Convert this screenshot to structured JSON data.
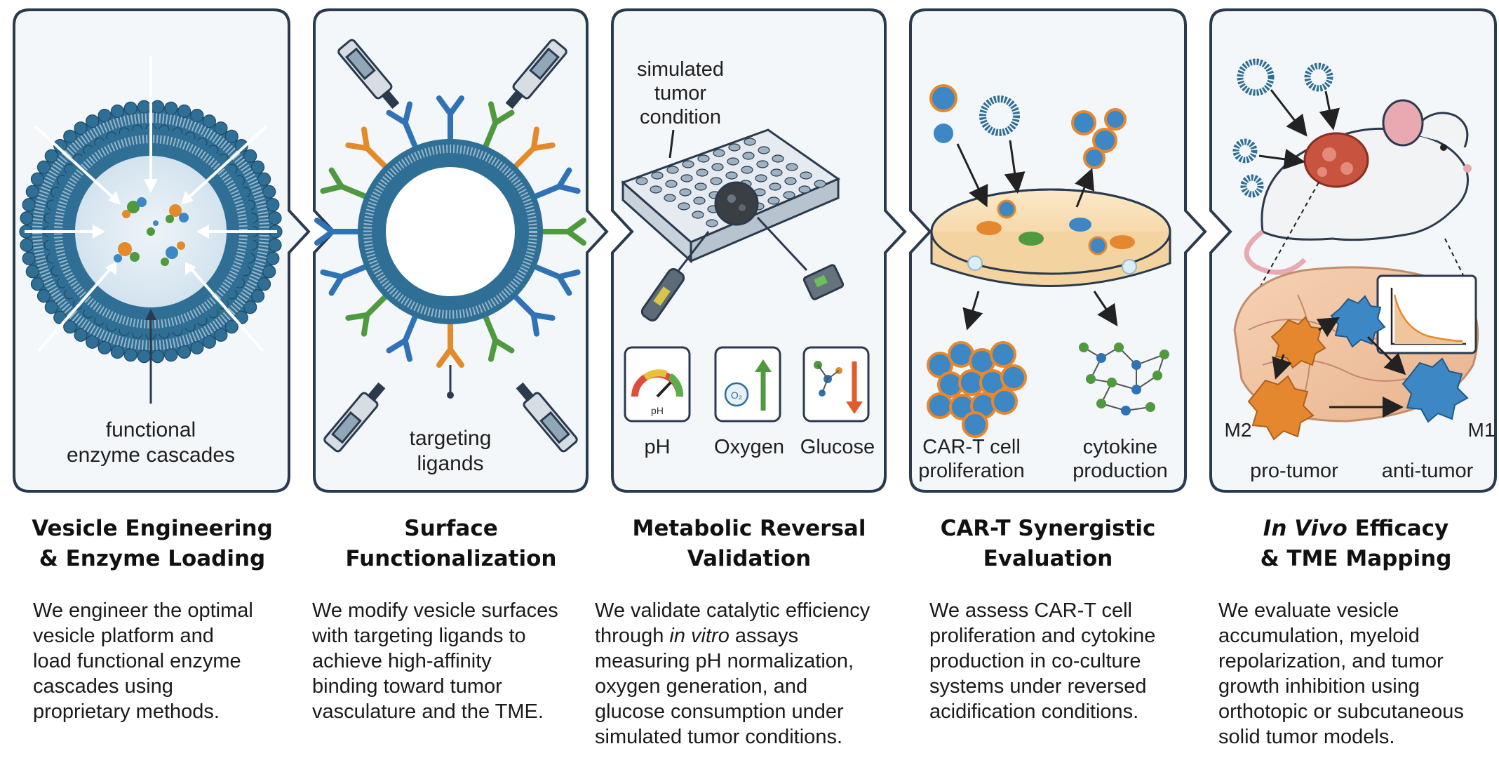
{
  "panels": [
    {
      "labels": [
        "functional",
        "enzyme cascades"
      ],
      "title_lines": [
        "Vesicle Engineering",
        "& Enzyme Loading"
      ],
      "desc_lines": [
        "We engineer the optimal",
        "vesicle platform and",
        "load functional enzyme",
        "cascades using",
        "proprietary methods."
      ]
    },
    {
      "labels": [
        "targeting",
        "ligands"
      ],
      "title_lines": [
        "Surface",
        "Functionalization"
      ],
      "desc_lines": [
        "We modify vesicle surfaces",
        "with targeting ligands to",
        "achieve high-affinity",
        "binding toward tumor",
        "vasculature and the TME."
      ]
    },
    {
      "labels": [
        "simulated",
        "tumor",
        "condition"
      ],
      "assay_labels": [
        "pH",
        "Oxygen",
        "Glucose"
      ],
      "title_lines": [
        "Metabolic Reversal",
        "Validation"
      ],
      "desc_lines": [
        "We validate catalytic efficiency",
        "through ",
        "in vitro",
        " assays",
        "measuring pH normalization,",
        "oxygen generation, and",
        "glucose consumption under",
        "simulated tumor conditions."
      ]
    },
    {
      "labels": [
        "CAR-T cell",
        "proliferation",
        "cytokine",
        "production"
      ],
      "title_lines": [
        "CAR-T Synergistic",
        "Evaluation"
      ],
      "desc_lines": [
        "We assess CAR-T cell",
        "proliferation and cytokine",
        "production in co-culture",
        "systems under reversed",
        "acidification conditions."
      ]
    },
    {
      "labels": [
        "M2",
        "M1",
        "pro-tumor",
        "anti-tumor"
      ],
      "title_italic": "In Vivo",
      "title_rest": " Efficacy",
      "title_line2": "& TME Mapping",
      "desc_lines": [
        "We evaluate vesicle",
        "accumulation, myeloid",
        "repolarization, and tumor",
        "growth inhibition using",
        "orthotopic or subcutaneous",
        "solid tumor models."
      ]
    }
  ],
  "colors": {
    "frame": "#2b3a4d",
    "panel_bg": "#f4f7fa",
    "lipid_head": "#2f6f95",
    "lipid_tail": "#9ab6c8",
    "ligand_blue": "#2f72b6",
    "ligand_green": "#4f9a3e",
    "ligand_orange": "#e38a2b",
    "dish_fluid": "#f6d9a8",
    "cell_blue": "#3d87c4",
    "cell_orange": "#e5872e",
    "tumor_red": "#c8533f"
  }
}
